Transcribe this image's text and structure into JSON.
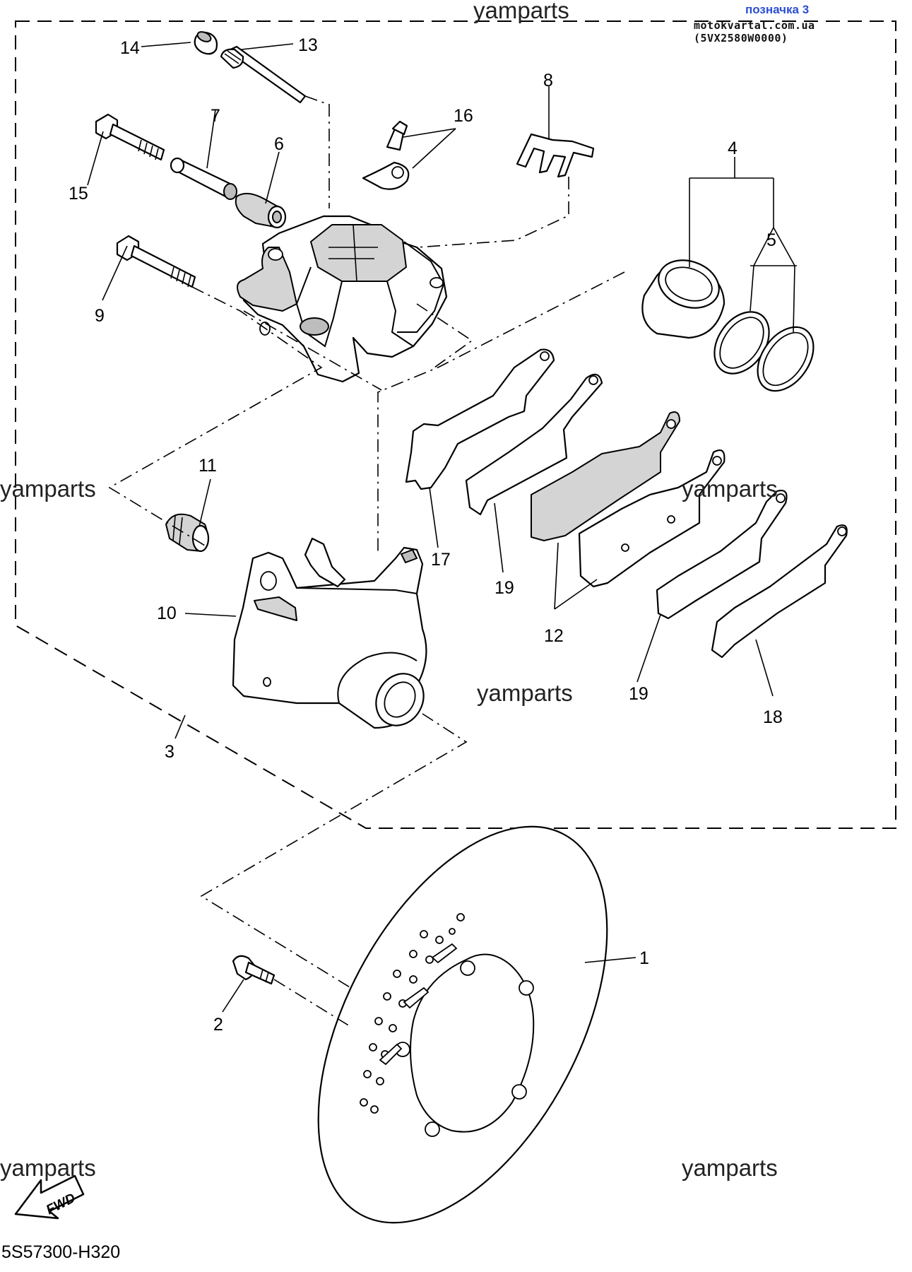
{
  "header": {
    "tag": "позначка 3",
    "site": "motokvartal.com.ua (5VX2580W0000)"
  },
  "watermarks": [
    "yamparts",
    "yamparts",
    "yamparts",
    "yamparts",
    "yamparts",
    "yamparts"
  ],
  "part_labels": [
    "1",
    "2",
    "3",
    "4",
    "5",
    "6",
    "7",
    "8",
    "9",
    "10",
    "11",
    "12",
    "13",
    "14",
    "15",
    "16",
    "17",
    "18",
    "19",
    "19"
  ],
  "fwd_label": "FWD",
  "diagram_code": "5S57300-H320"
}
